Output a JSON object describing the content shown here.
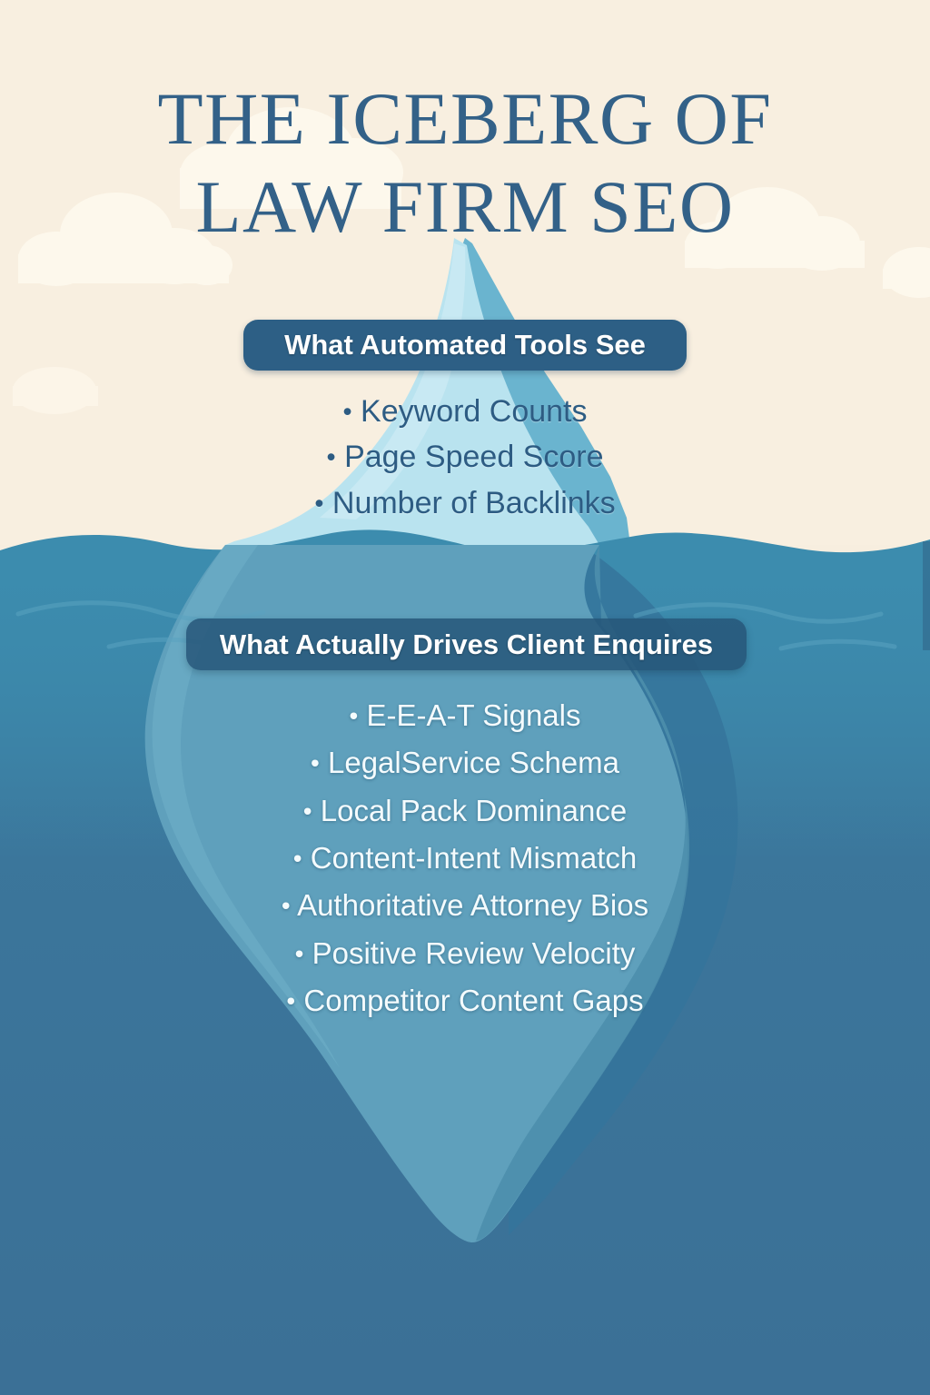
{
  "title": {
    "line1": "THE ICEBERG OF",
    "line2": "LAW FIRM SEO",
    "color": "#336188"
  },
  "above_water": {
    "badge_label": "What Automated Tools See",
    "badge_color": "#2d5f85",
    "text_color": "#2d5c83",
    "items": [
      "Keyword Counts",
      "Page Speed Score",
      "Number of Backlinks"
    ]
  },
  "below_water": {
    "badge_label": "What Actually Drives Client Enquires",
    "badge_color": "#275679",
    "text_color": "#f4fbfd",
    "items": [
      "E-E-A-T Signals",
      "LegalService Schema",
      "Local Pack Dominance",
      "Content-Intent Mismatch",
      "Authoritative Attorney Bios",
      "Positive Review Velocity",
      "Competitor Content Gaps"
    ]
  },
  "palette": {
    "sky": "#f8efe0",
    "cloud": "#fdf8ec",
    "water_upper": "#3c8cae",
    "water_deep": "#3b7096",
    "ice_light": "#b9e3ef",
    "ice_mid": "#9ed6e8",
    "ice_shadow": "#6ab4cf",
    "ice_submerged": "#5fa0bc",
    "ice_submerged_shadow": "#3d7ea0"
  },
  "bullet_glyph": "•"
}
